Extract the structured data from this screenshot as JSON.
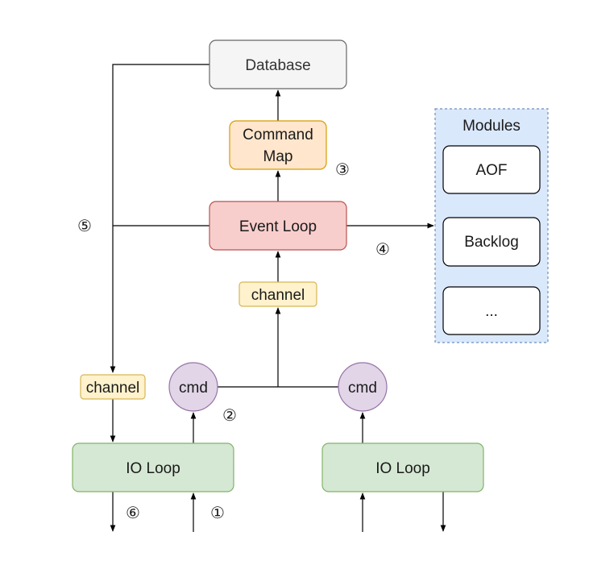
{
  "nodes": {
    "database": "Database",
    "command_map_line1": "Command",
    "command_map_line2": "Map",
    "event_loop": "Event Loop",
    "channel_upper": "channel",
    "channel_left": "channel",
    "cmd_left": "cmd",
    "cmd_right": "cmd",
    "io_loop_left": "IO Loop",
    "io_loop_right": "IO Loop"
  },
  "modules": {
    "title": "Modules",
    "items": [
      "AOF",
      "Backlog",
      "..."
    ]
  },
  "steps": {
    "one": "①",
    "two": "②",
    "three": "③",
    "four": "④",
    "five": "⑤",
    "six": "⑥"
  },
  "colors": {
    "database_fill": "#f5f5f5",
    "database_stroke": "#666666",
    "command_map_fill": "#ffe6cc",
    "command_map_stroke": "#d79b00",
    "event_loop_fill": "#f8cecc",
    "event_loop_stroke": "#b85450",
    "channel_fill": "#fff2cc",
    "channel_stroke": "#d6b656",
    "cmd_fill": "#e1d5e7",
    "cmd_stroke": "#9673a6",
    "io_loop_fill": "#d5e8d4",
    "io_loop_stroke": "#82b366",
    "modules_fill": "#dae8fc",
    "modules_stroke": "#6c8ebf"
  }
}
